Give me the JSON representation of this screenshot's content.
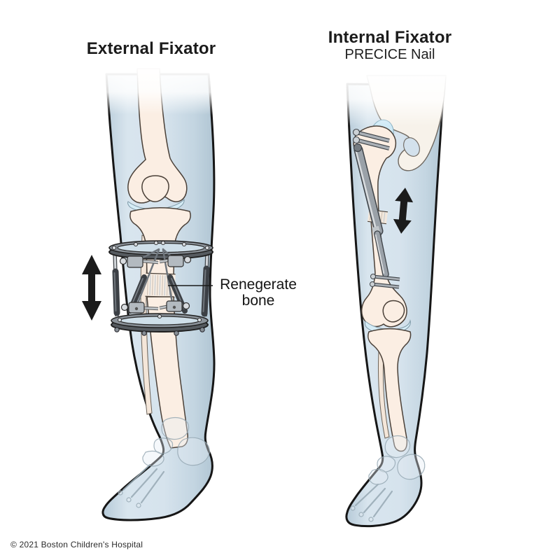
{
  "figure": {
    "type": "medical-illustration",
    "subject": "limb lengthening fixators comparison",
    "panels": [
      {
        "id": "external",
        "title": "External Fixator"
      },
      {
        "id": "internal",
        "title": "Internal Fixator",
        "subtitle": "PRECICE Nail"
      }
    ],
    "annotations": [
      {
        "id": "renegerate-bone",
        "text": "Renegerate bone",
        "line1": "Renegerate",
        "line2": "bone"
      }
    ],
    "icons": [
      {
        "name": "distraction-arrow-external",
        "glyph": "↕",
        "meaning": "lengthening / distraction direction"
      },
      {
        "name": "distraction-arrow-internal",
        "glyph": "↕",
        "meaning": "lengthening / distraction direction"
      }
    ],
    "footer": {
      "copyright": "© 2021 Boston Children's Hospital"
    },
    "colors": {
      "background": "#ffffff",
      "skin": "#d3e1ec",
      "skin_edge": "#b2c7d5",
      "bone": "#fbeee3",
      "bone_outline": "#4a4038",
      "cartilage": "#d5ecf6",
      "leg_outline": "#161616",
      "hardware_dark": "#3c4045",
      "hardware_mid": "#9aa1a8",
      "hardware_light": "#ccd1d5",
      "ring_band": "#565b60",
      "ring_top": "#8a9198",
      "arrow": "#1b1b1b",
      "text": "#1d1d1d"
    }
  }
}
